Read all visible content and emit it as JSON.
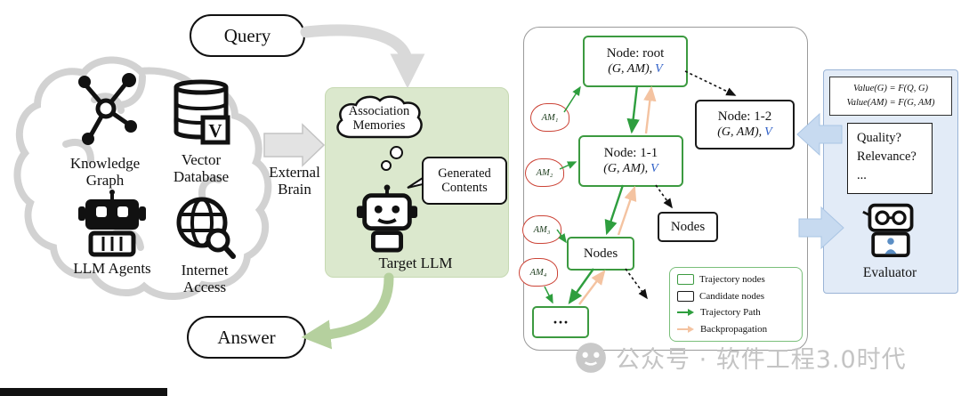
{
  "io": {
    "query": "Query",
    "answer": "Answer",
    "external_brain": "External Brain"
  },
  "brain": {
    "knowledge_graph": "Knowledge Graph",
    "vector_database": "Vector Database",
    "llm_agents": "LLM Agents",
    "internet_access": "Internet Access",
    "vector_letter": "V"
  },
  "llm": {
    "thought": "Association Memories",
    "speech": "Generated Contents",
    "label": "Target LLM"
  },
  "tree": {
    "root_title": "Node: root",
    "node12_title": "Node: 1-2",
    "node11_title": "Node: 1-1",
    "pair": "(G, AM),",
    "value": "V",
    "nodes_label": "Nodes",
    "ellipsis": "···",
    "clouds": [
      "AM₁",
      "AM₂",
      "AM₃",
      "AM₄"
    ],
    "legend": [
      "Trajectory nodes",
      "Candidate nodes",
      "Trajectory Path",
      "Backpropagation"
    ]
  },
  "evaluator": {
    "formula1": "Value(G) = F(Q, G)",
    "formula2": "Value(AM) = F(G, AM)",
    "questions": [
      "Quality?",
      "Relevance?",
      "..."
    ],
    "label": "Evaluator"
  },
  "watermark": "公众号 · 软件工程3.0时代",
  "colors": {
    "trajectory_green": "#2e9e3e",
    "backprop_orange": "#f4c3a1",
    "value_blue": "#2e5fc7",
    "cloud_red": "#cc4437",
    "llm_box_green": "#dbe8cd",
    "evaluator_blue": "#e2ebf7"
  }
}
